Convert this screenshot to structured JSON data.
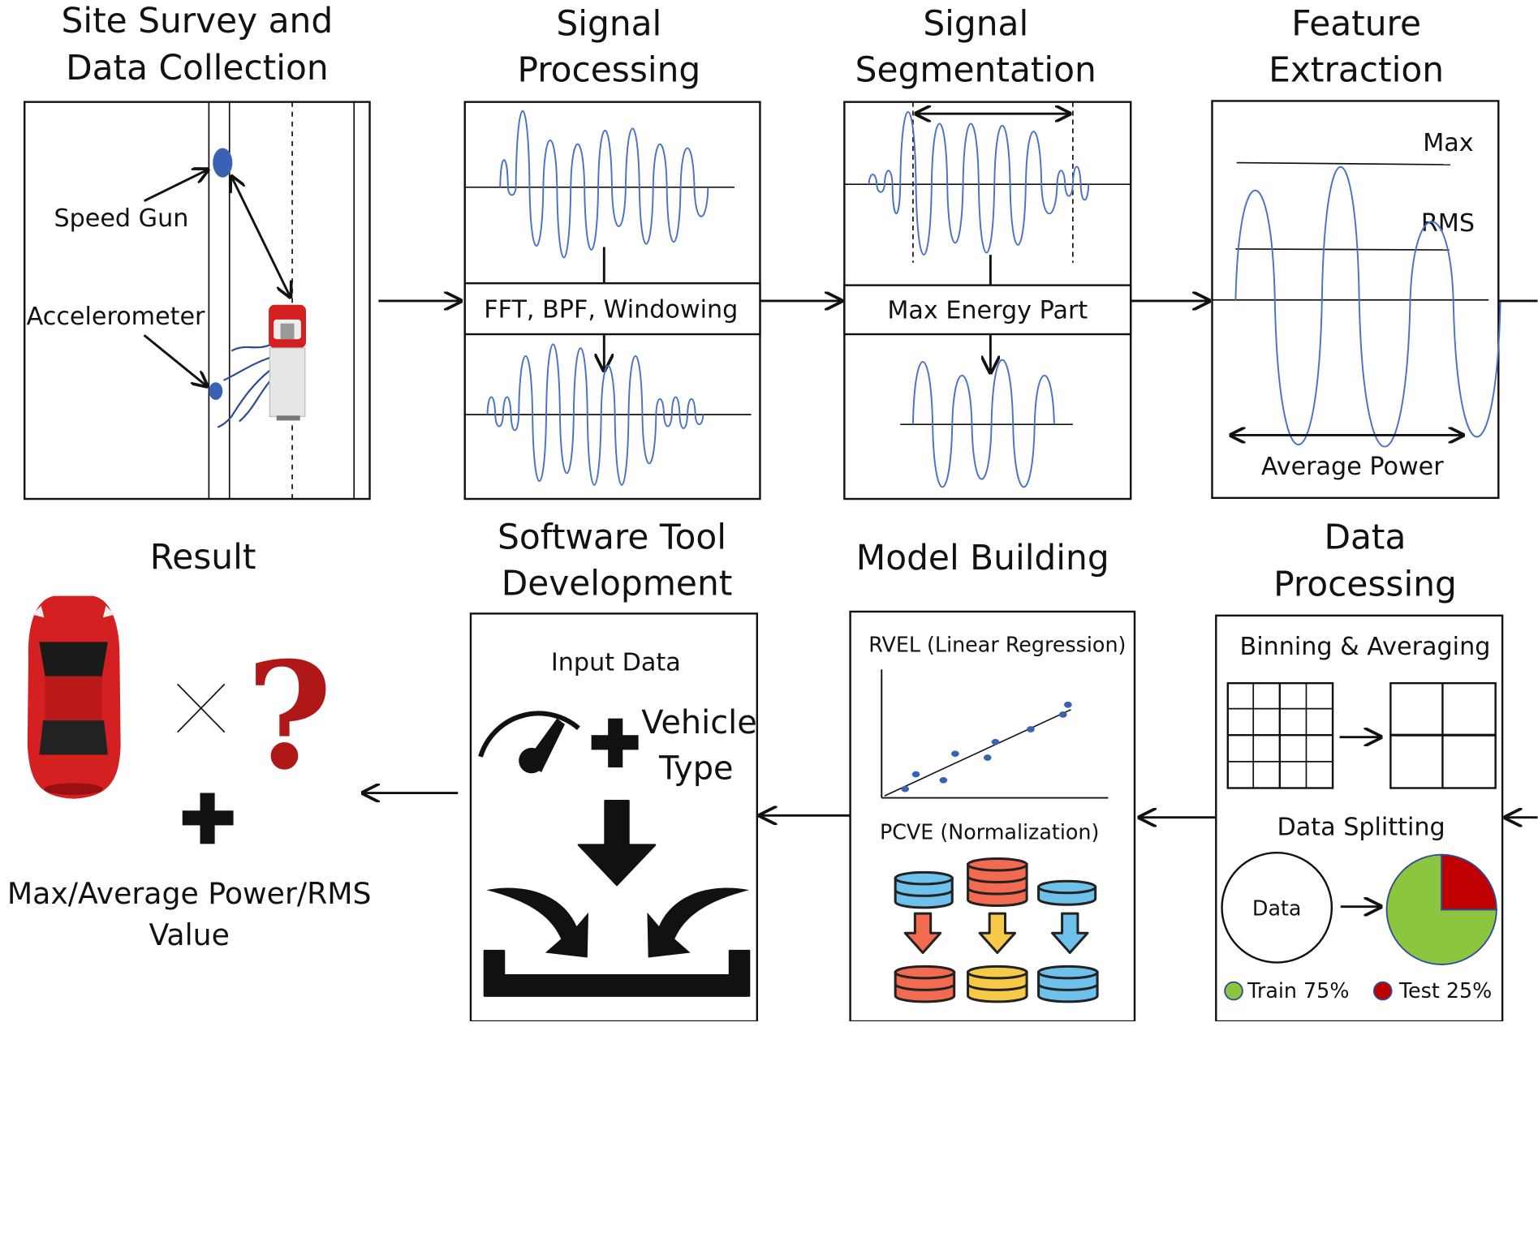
{
  "stages": {
    "site_survey": {
      "title_line1": "Site Survey and",
      "title_line2": "Data Collection",
      "speed_gun_label": "Speed Gun",
      "accelerometer_label": "Accelerometer"
    },
    "signal_processing": {
      "title_line1": "Signal",
      "title_line2": "Processing",
      "operation_label": "FFT, BPF, Windowing"
    },
    "signal_segmentation": {
      "title_line1": "Signal",
      "title_line2": "Segmentation",
      "operation_label": "Max Energy Part"
    },
    "feature_extraction": {
      "title_line1": "Feature",
      "title_line2": "Extraction",
      "max_label": "Max",
      "rms_label": "RMS",
      "average_power_label": "Average Power"
    },
    "data_processing": {
      "title_line1": "Data",
      "title_line2": "Processing",
      "binning_label": "Binning & Averaging",
      "splitting_label": "Data Splitting",
      "data_circle_label": "Data",
      "train_label": "Train 75%",
      "test_label": "Test 25%",
      "train_fraction": 0.75,
      "test_fraction": 0.25,
      "train_color": "#8cc63f",
      "test_color": "#c00000"
    },
    "model_building": {
      "title": "Model Building",
      "rvel_label": "RVEL (Linear Regression)",
      "pcve_label": "PCVE (Normalization)"
    },
    "software_tool": {
      "title_line1": "Software Tool",
      "title_line2": "Development",
      "input_label": "Input Data",
      "vehicle_line1": "Vehicle",
      "vehicle_line2": "Type"
    },
    "result": {
      "title": "Result",
      "value_line1": "Max/Average Power/RMS",
      "value_line2": "Value",
      "question_mark": "?"
    }
  },
  "colors": {
    "wave": "#4a72c4",
    "scatter_point": "#3a62b4",
    "car_red": "#d42020",
    "question_red": "#b01818",
    "db_blue": "#6ec1ea",
    "db_orange": "#f26a4f",
    "db_yellow": "#f7c948",
    "accent_blue_dot": "#3a62b4"
  },
  "icons": [
    "speedometer-icon",
    "plus-icon",
    "down-arrow-icon",
    "inbox-tray-icon",
    "database-icon",
    "car-icon",
    "multiply-icon",
    "question-mark-icon"
  ]
}
